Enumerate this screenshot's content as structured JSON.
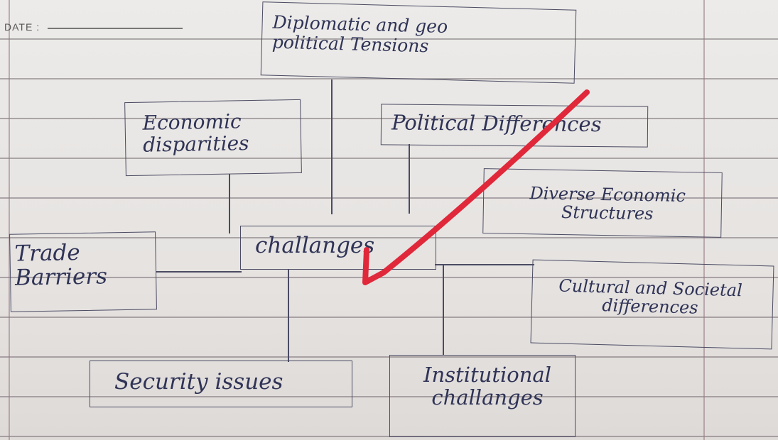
{
  "date_label": "DATE :",
  "date_blank": "__/__/____",
  "nodes": {
    "center": "challanges",
    "diplomatic": "Diplomatic and geo political Tensions",
    "economic": "Economic disparities",
    "political": "Political Differences",
    "diverse": "Diverse Economic Structures",
    "trade": "Trade Barriers",
    "cultural": "Cultural and Societal differences",
    "security": "Security issues",
    "institutional": "Institutional challanges"
  },
  "colors": {
    "ink": "#2f3356",
    "tick": "#e0283a"
  }
}
